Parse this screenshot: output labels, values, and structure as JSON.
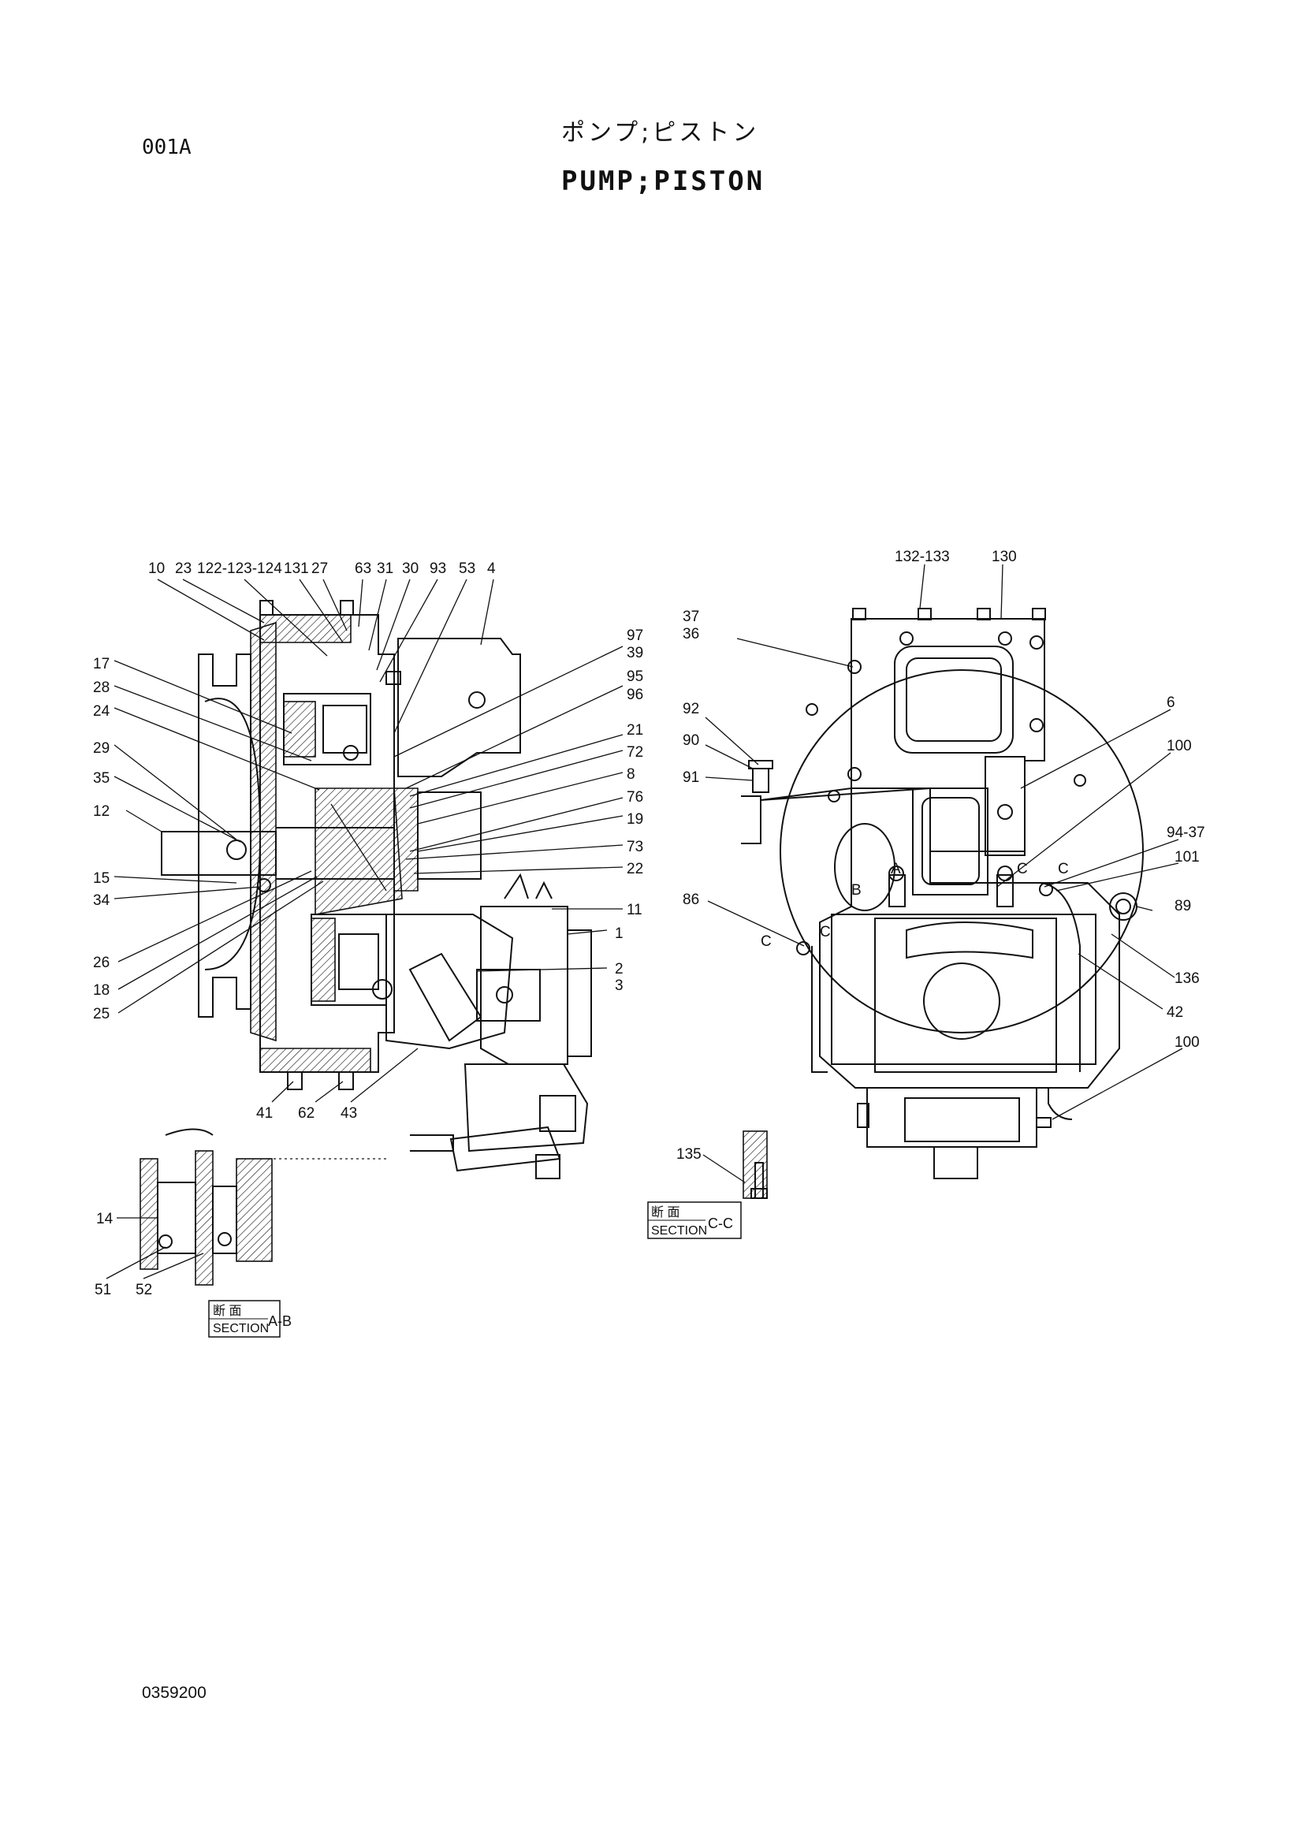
{
  "header": {
    "sheet_code": "001A",
    "title_jp": "ポンプ;ピストン",
    "title_en": "PUMP;PISTON"
  },
  "footer": {
    "drawing_number": "0359200"
  },
  "left_view": {
    "callouts": [
      "10",
      "23",
      "122-123-124",
      "131",
      "27",
      "63",
      "31",
      "30",
      "93",
      "53",
      "4",
      "97",
      "39",
      "95",
      "96",
      "21",
      "72",
      "8",
      "76",
      "19",
      "73",
      "22",
      "11",
      "1",
      "2",
      "3",
      "17",
      "28",
      "24",
      "29",
      "35",
      "12",
      "15",
      "34",
      "26",
      "18",
      "25",
      "41",
      "62",
      "43"
    ]
  },
  "section_ab": {
    "callouts": [
      "14",
      "51",
      "52"
    ],
    "label_jp": "断 面",
    "label_en": "SECTION",
    "id": "A-B"
  },
  "right_view": {
    "callouts": [
      "132-133",
      "130",
      "37",
      "36",
      "92",
      "90",
      "91",
      "6",
      "100",
      "94-37",
      "101",
      "89",
      "86",
      "136",
      "42",
      "100"
    ],
    "markers": [
      "A",
      "B",
      "C",
      "C",
      "C",
      "C"
    ]
  },
  "section_cc": {
    "callouts": [
      "135"
    ],
    "label_jp": "断 面",
    "label_en": "SECTION",
    "id": "C-C"
  }
}
